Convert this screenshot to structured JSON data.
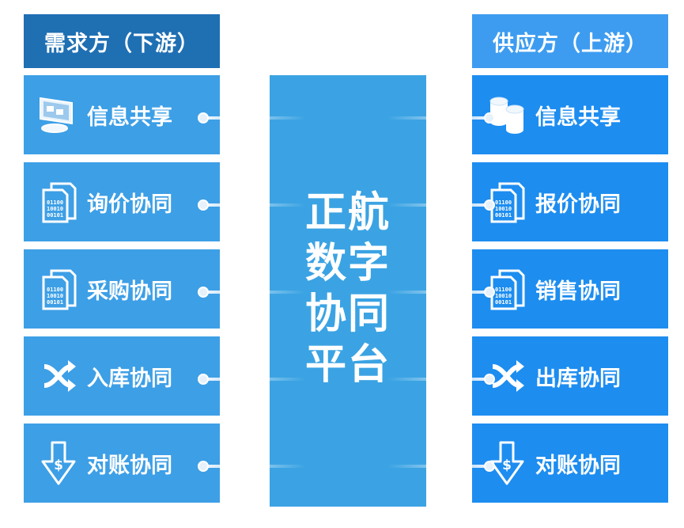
{
  "left_header": "需求方（下游）",
  "right_header": "供应方（上游）",
  "center_title_lines": [
    "正航",
    "数字",
    "协同",
    "平台"
  ],
  "left_items": [
    {
      "label": "信息共享",
      "icon": "computer-icon"
    },
    {
      "label": "询价协同",
      "icon": "binary-document-icon"
    },
    {
      "label": "采购协同",
      "icon": "binary-document-icon"
    },
    {
      "label": "入库协同",
      "icon": "shuffle-arrows-icon"
    },
    {
      "label": "对账协同",
      "icon": "dollar-arrow-icon"
    }
  ],
  "right_items": [
    {
      "label": "信息共享",
      "icon": "database-icon"
    },
    {
      "label": "报价协同",
      "icon": "binary-document-icon"
    },
    {
      "label": "销售协同",
      "icon": "binary-document-icon"
    },
    {
      "label": "出库协同",
      "icon": "shuffle-arrows-icon"
    },
    {
      "label": "对账协同",
      "icon": "dollar-arrow-icon"
    }
  ],
  "colors": {
    "left_header_bg": "#1f6fb3",
    "right_header_bg": "#3d9cf0",
    "left_card_bg": "#3d9fe6",
    "right_card_bg": "#1d8df0",
    "center_bg": "#3ba3e3"
  }
}
